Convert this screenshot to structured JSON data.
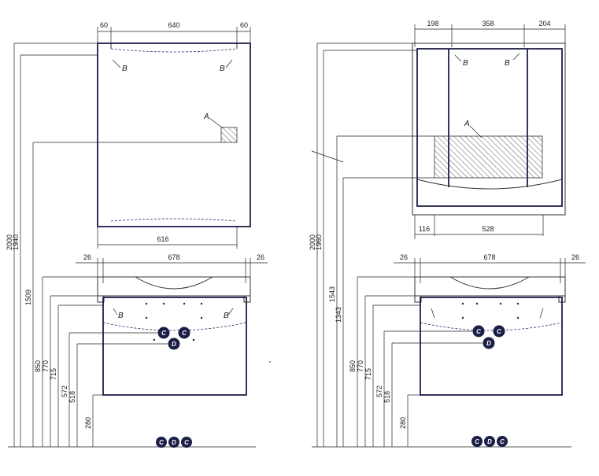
{
  "left": {
    "mirror": {
      "dims_top": [
        "60",
        "640",
        "60"
      ],
      "dim_bottom": "616",
      "labels": {
        "b1": "B",
        "b2": "B",
        "a": "A"
      }
    },
    "vanity": {
      "dims_top": [
        "26",
        "678",
        "26"
      ],
      "labels": {
        "b1": "B",
        "b2": "B"
      },
      "badges": [
        "C",
        "C",
        "D"
      ]
    },
    "vertical_dims": [
      "2000",
      "1940",
      "1509",
      "850",
      "770",
      "715",
      "572",
      "518",
      "280"
    ],
    "floor_badges": [
      "C",
      "D",
      "C"
    ]
  },
  "right": {
    "cabinet": {
      "dims_top": [
        "198",
        "358",
        "204"
      ],
      "dims_bottom": [
        "116",
        "528"
      ],
      "labels": {
        "b1": "B",
        "b2": "B",
        "a": "A"
      }
    },
    "vanity": {
      "dims_top": [
        "26",
        "678",
        "26"
      ],
      "badges": [
        "C",
        "C",
        "D"
      ]
    },
    "vertical_dims": [
      "2000",
      "1960",
      "1543",
      "1343",
      "850",
      "770",
      "715",
      "572",
      "518",
      "280"
    ],
    "floor_badges": [
      "C",
      "D",
      "C"
    ]
  }
}
